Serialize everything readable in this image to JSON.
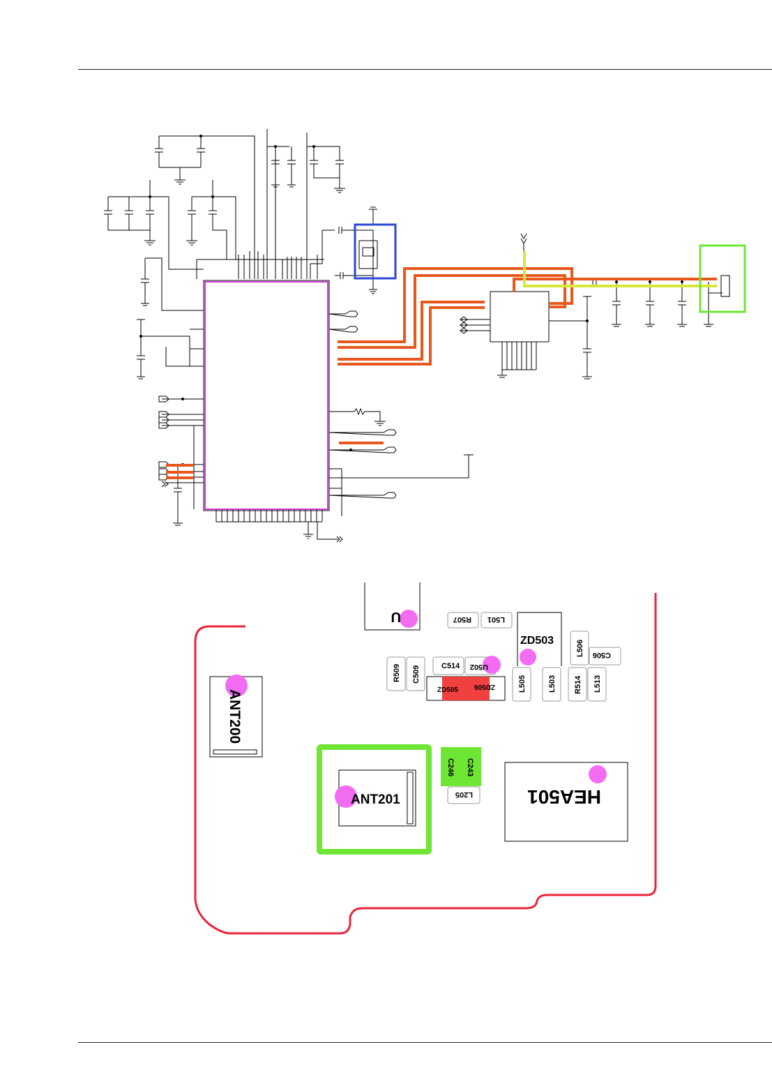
{
  "layout_pcb": {
    "components": {
      "ant200": "ANT200",
      "ant201": "ANT201",
      "hea501": "HEA501",
      "zd503": "ZD503",
      "zd505": "ZD505",
      "zd506": "ZD506",
      "c514": "C514",
      "u502": "U502",
      "r509": "R509",
      "c509": "C509",
      "r507": "R507",
      "l501": "L501",
      "l506": "L506",
      "c506": "C506",
      "l505": "L505",
      "l503": "L503",
      "r514": "R514",
      "l513": "L513",
      "c246": "C246",
      "c243": "C243",
      "l205": "L205",
      "u_partial": "U"
    }
  },
  "colors": {
    "ic_outline": "#d23ad8",
    "crystal_box": "#2a45d8",
    "connector_box": "#6fe534",
    "trace_orange": "#e8581c",
    "trace_yellow": "#d8e83a",
    "board_outline": "#e8253a",
    "test_point": "#f26cf2",
    "highlight_red": "#f04040",
    "highlight_green": "#6fe534"
  }
}
